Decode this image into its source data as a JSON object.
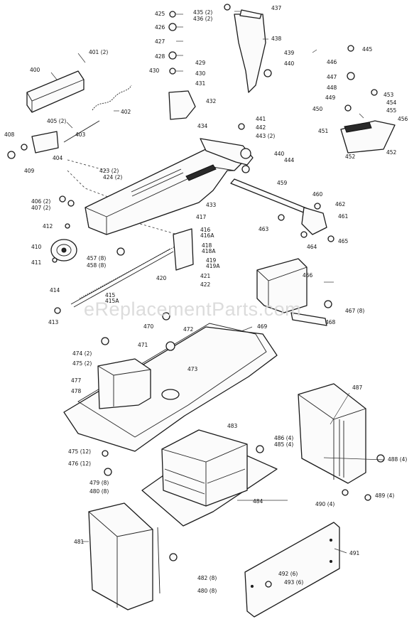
{
  "watermark": "eReplacementParts.com",
  "labels": {
    "p400": "400",
    "p401": "401 (2)",
    "p402": "402",
    "p403": "403",
    "p404": "404",
    "p405": "405 (2)",
    "p408": "408",
    "p409": "409",
    "p406": "406 (2)",
    "p407": "407 (2)",
    "p410": "410",
    "p411": "411",
    "p412": "412",
    "p413": "413",
    "p414": "414",
    "p415": "415",
    "p415a": "415A",
    "p416": "416",
    "p416a": "416A",
    "p417": "417",
    "p418": "418",
    "p418a": "418A",
    "p419": "419",
    "p419a": "419A",
    "p420": "420",
    "p421": "421",
    "p422": "422",
    "p423": "423 (2)",
    "p424": "424 (2)",
    "p425": "425",
    "p426": "426",
    "p427": "427",
    "p428": "428",
    "p429": "429",
    "p430": "430",
    "p430b": "430",
    "p431": "431",
    "p432": "432",
    "p433": "433",
    "p434": "434",
    "p435": "435 (2)",
    "p436": "436 (2)",
    "p437": "437",
    "p438": "438",
    "p439": "439",
    "p440": "440",
    "p440b": "440",
    "p441": "441",
    "p442": "442",
    "p443": "443 (2)",
    "p444": "444",
    "p445": "445",
    "p446": "446",
    "p447": "447",
    "p448": "448",
    "p449": "449",
    "p450": "450",
    "p451": "451",
    "p452": "452",
    "p452b": "452",
    "p453": "453",
    "p454": "454",
    "p455": "455",
    "p456": "456",
    "p457": "457 (8)",
    "p458": "458 (8)",
    "p459": "459",
    "p460": "460",
    "p461": "461",
    "p462": "462",
    "p463": "463",
    "p464": "464",
    "p465": "465",
    "p466": "466",
    "p467": "467 (8)",
    "p468": "468",
    "p469": "469",
    "p470": "470",
    "p471": "471",
    "p472": "472",
    "p473": "473",
    "p474": "474 (2)",
    "p475": "475 (2)",
    "p477": "477",
    "p478": "478",
    "p475b": "475 (12)",
    "p476": "476 (12)",
    "p479": "479 (8)",
    "p480": "480 (8)",
    "p481": "481",
    "p482": "482 (8)",
    "p480b": "480 (8)",
    "p483": "483",
    "p484": "484",
    "p485": "485 (4)",
    "p486": "486 (4)",
    "p487": "487",
    "p488": "488 (4)",
    "p489": "489 (4)",
    "p490": "490 (4)",
    "p491": "491",
    "p492": "492 (6)",
    "p493": "493 (6)"
  }
}
